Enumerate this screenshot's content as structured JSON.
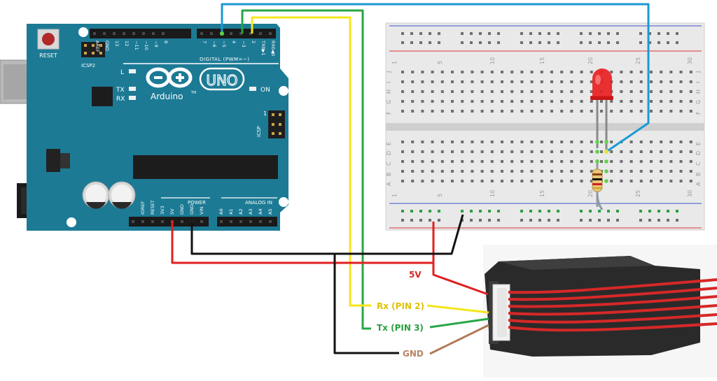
{
  "arduino": {
    "reset_label": "RESET",
    "icsp2_label": "ICSP2",
    "brand": "Arduino",
    "tm": "TM",
    "model": "UNO",
    "l_label": "L",
    "tx_label": "TX",
    "rx_label": "RX",
    "on_label": "ON",
    "icsp_label": "ICSP",
    "icsp_pin1": "1",
    "digital_label": "DIGITAL (PWM=~)",
    "power_label": "POWER",
    "analog_label": "ANALOG IN",
    "top_pin_labels": [
      "AREF",
      "GND",
      "13",
      "12",
      "~11",
      "~10",
      "~9",
      "8",
      "7",
      "~6",
      "~5",
      "4",
      "~3",
      "2",
      "TX0▶1",
      "RX0◀0"
    ],
    "bottom_pin_labels": [
      "IOREF",
      "RESET",
      "3V3",
      "5V",
      "GND",
      "GND",
      "VIN",
      "A0",
      "A1",
      "A2",
      "A3",
      "A4",
      "A5"
    ]
  },
  "breadboard": {
    "column_numbers": [
      "1",
      "5",
      "10",
      "15",
      "20",
      "25",
      "30"
    ],
    "rows_top": [
      "J",
      "I",
      "H",
      "G",
      "F"
    ],
    "rows_bottom": [
      "E",
      "D",
      "C",
      "B",
      "A"
    ]
  },
  "labels": {
    "v5": "5V",
    "rx": "Rx (PIN 2)",
    "tx": "Tx (PIN 3)",
    "gnd": "GND"
  },
  "colors": {
    "board": "#1c7a95",
    "wire_blue": "#1a9ad6",
    "wire_yellow": "#f5e61b",
    "wire_green": "#27a646",
    "wire_red": "#e02020",
    "wire_black": "#111111",
    "wire_brown": "#b07a58",
    "label_red": "#d42a2a",
    "label_yellow": "#e0c200",
    "label_green": "#2aa040",
    "label_brown": "#b88566",
    "led": "#e82020"
  }
}
